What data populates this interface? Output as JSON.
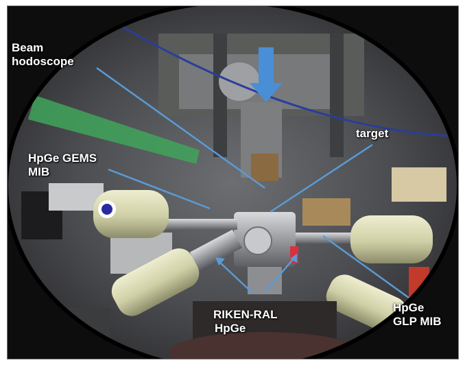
{
  "labels": {
    "beam": {
      "line1": "Beam",
      "line2": "hodoscope"
    },
    "target": "target",
    "gems": {
      "line1": "HpGe GEMS",
      "line2": "MIB"
    },
    "riken": {
      "line1": "RIKEN-RAL",
      "line2": "HpGe"
    },
    "glp": {
      "line1": "HpGe",
      "line2": "GLP MIB"
    }
  },
  "colors": {
    "annotation_lines": "#5b9bd5",
    "beam_arrow": "#4a8fd6",
    "detector_body": "#d8d8b0",
    "label_text": "#ffffff"
  }
}
